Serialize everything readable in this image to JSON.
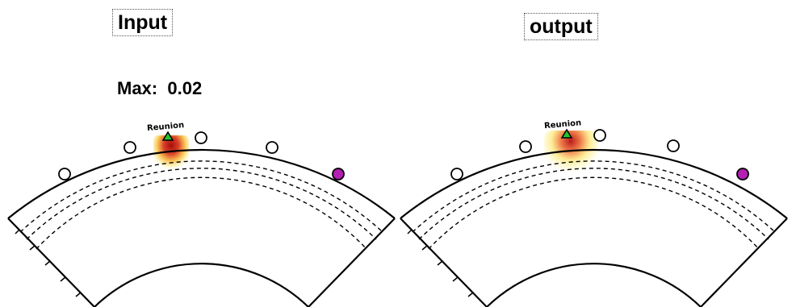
{
  "panels": {
    "input": {
      "title": "Input",
      "max_label": "Max:",
      "max_value": "0.02"
    },
    "output": {
      "title": "output"
    }
  },
  "station_label": "Reunion",
  "colors": {
    "outline": "#000000",
    "station_marker": "#22c52b",
    "open_marker_fill": "#ffffff",
    "purple_marker": "#b31fb3",
    "heat_dark": "#b40000",
    "heat_mid": "#e85a1a",
    "heat_light": "#fff25a"
  }
}
